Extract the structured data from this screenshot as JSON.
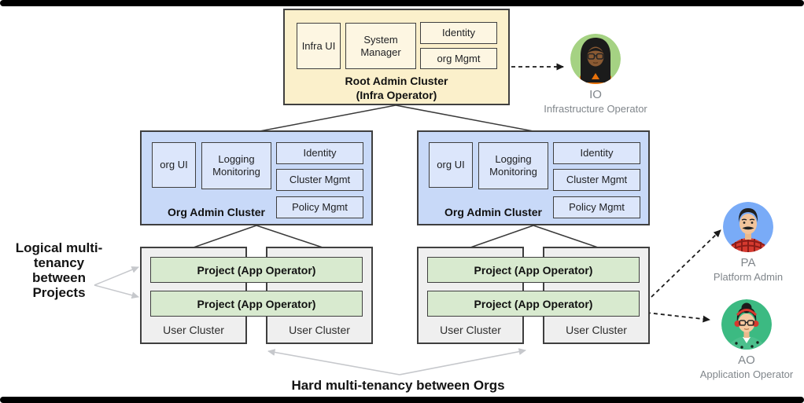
{
  "colors": {
    "root_fill": "#FBF0CB",
    "root_component_fill": "#FDF6E2",
    "org_fill": "#C8D9F8",
    "org_component_fill": "#DCE6FB",
    "user_cluster_fill": "#EFEFEF",
    "project_fill": "#D8EACF",
    "border": "#3F3F3F",
    "letterbox_bar": "#000000",
    "muted_text": "#80868B",
    "gray_arrow": "#C6C8CC",
    "io_avatar_bg": "#A5D283",
    "pa_avatar_bg": "#79ABF7",
    "ao_avatar_bg": "#3CBA82"
  },
  "root_cluster": {
    "title_line1": "Root Admin Cluster",
    "title_line2": "(Infra Operator)",
    "components": {
      "infra_ui": "Infra UI",
      "system_manager": "System Manager",
      "identity": "Identity",
      "org_mgmt": "org Mgmt"
    }
  },
  "org_clusters": [
    {
      "title": "Org Admin Cluster",
      "components": {
        "org_ui": "org UI",
        "logging": "Logging Monitoring",
        "identity": "Identity",
        "cluster_mgmt": "Cluster Mgmt",
        "policy_mgmt": "Policy Mgmt"
      }
    },
    {
      "title": "Org Admin Cluster",
      "components": {
        "org_ui": "org UI",
        "logging": "Logging Monitoring",
        "identity": "Identity",
        "cluster_mgmt": "Cluster Mgmt",
        "policy_mgmt": "Policy Mgmt"
      }
    }
  ],
  "user_groups": [
    {
      "projects": [
        "Project (App Operator)",
        "Project (App Operator)"
      ],
      "clusters": [
        "User Cluster",
        "User Cluster"
      ]
    },
    {
      "projects": [
        "Project (App Operator)",
        "Project  (App Operator)"
      ],
      "clusters": [
        "User Cluster",
        "User Cluster"
      ]
    }
  ],
  "actors": [
    {
      "abbr": "IO",
      "role": "Infrastructure Operator",
      "bg": "#A5D283"
    },
    {
      "abbr": "PA",
      "role": "Platform Admin",
      "bg": "#79ABF7"
    },
    {
      "abbr": "AO",
      "role": "Application Operator",
      "bg": "#3CBA82"
    }
  ],
  "annotations": {
    "left_label": "Logical multi-tenancy between Projects",
    "bottom_label": "Hard multi-tenancy between Orgs"
  }
}
